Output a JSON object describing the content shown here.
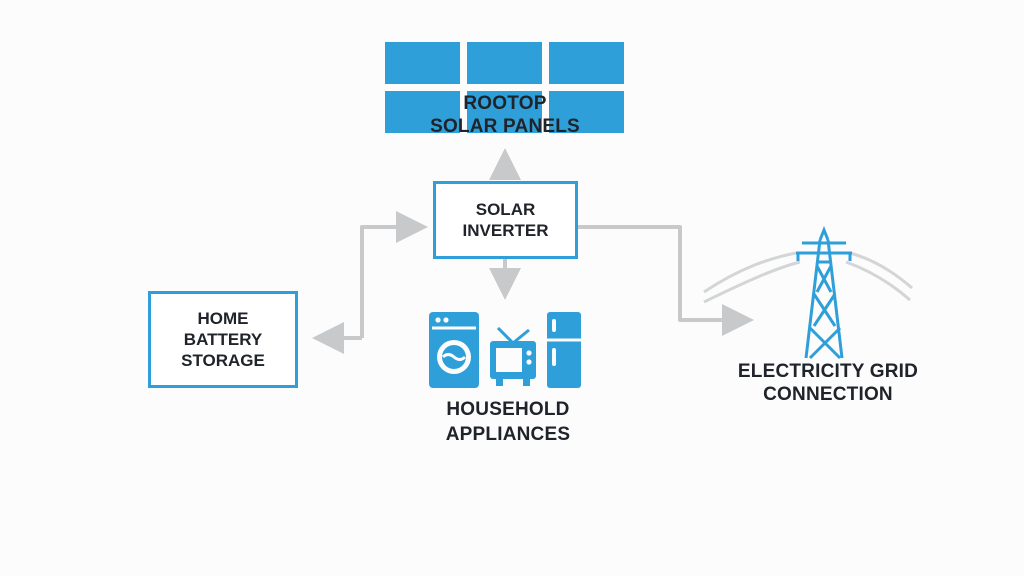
{
  "diagram": {
    "type": "flow-diagram",
    "subject": "home solar power system",
    "background": "#fcfcfc",
    "colors": {
      "accent_blue": "#2E9FD8",
      "arrow_gray": "#C7C9CB",
      "text_dark": "#20242A",
      "box_bg": "#FFFFFF"
    },
    "nodes": {
      "solar_panels": {
        "label": "ROOTOP\nSOLAR PANELS",
        "icon": "solar-panel-grid"
      },
      "solar_inverter": {
        "label": "SOLAR\nINVERTER"
      },
      "home_battery": {
        "label": "HOME\nBATTERY\nSTORAGE"
      },
      "household_appliances": {
        "label": "HOUSEHOLD\nAPPLIANCES",
        "icons": [
          "washing-machine",
          "tv",
          "refrigerator"
        ]
      },
      "electricity_grid": {
        "label": "ELECTRICITY GRID\nCONNECTION",
        "icon": "transmission-tower"
      }
    },
    "connections": [
      {
        "from": "solar_inverter",
        "to": "solar_panels"
      },
      {
        "from": "solar_inverter",
        "to": "household_appliances"
      },
      {
        "from": "solar_inverter",
        "to": "home_battery"
      },
      {
        "from": "solar_inverter",
        "to": "electricity_grid"
      }
    ]
  }
}
